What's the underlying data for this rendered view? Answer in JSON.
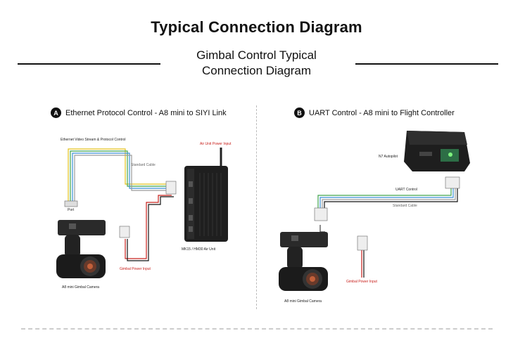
{
  "header": {
    "title": "Typical Connection Diagram",
    "subtitle_line1": "Gimbal Control Typical",
    "subtitle_line2": "Connection Diagram"
  },
  "section_a": {
    "badge": "A",
    "title": "Ethernet Protocol Control - A8 mini to SIYI Link",
    "labels": {
      "stream": "Ethernet Video Stream & Protocol Control",
      "standard_cable": "Standard Cable",
      "air_power": "Air Unit Power Input",
      "port": "Port",
      "gimbal_power": "Gimbal Power Input",
      "air_unit": "MK15 / HM30 Air Unit",
      "camera": "A8 mini Gimbal Camera"
    }
  },
  "section_b": {
    "badge": "B",
    "title": "UART Control - A8 mini to Flight Controller",
    "labels": {
      "autopilot": "N7 Autopilot",
      "uart": "UART Control",
      "standard_cable": "Standard Cable",
      "gimbal_power": "Gimbal Power Input",
      "camera": "A8 mini Gimbal Camera"
    }
  },
  "colors": {
    "text": "#111111",
    "power_red": "#c8201c",
    "cable_yellow": "#e2c21a",
    "cable_green": "#3fa34d",
    "cable_blue": "#3a8fd6",
    "cable_gray": "#9a9a9a",
    "device_dark": "#1f1f1f"
  }
}
